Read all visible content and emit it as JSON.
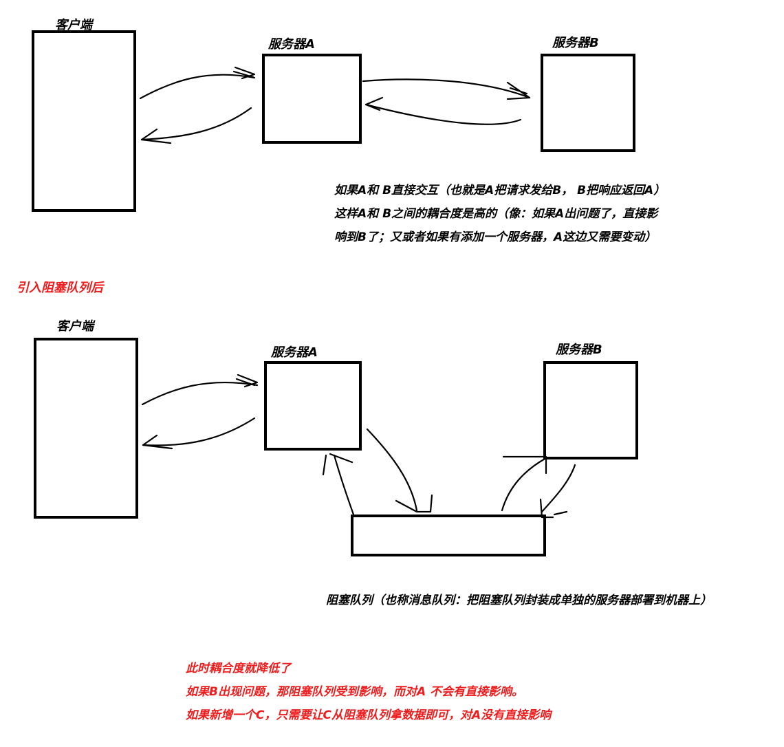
{
  "top": {
    "client_label": "客户端",
    "server_a_label": "服务器A",
    "server_b_label": "服务器B",
    "note_lines": [
      "如果A和 B直接交互（也就是A把请求发给B， B把响应返回A）",
      "这样A和 B之间的耦合度是高的（像：如果A出问题了，直接影",
      "响到B了；又或者如果有添加一个服务器，A这边又需要变动）"
    ]
  },
  "section_title": "引入阻塞队列后",
  "bottom": {
    "client_label": "客户端",
    "server_a_label": "服务器A",
    "server_b_label": "服务器B",
    "queue_caption": "阻塞队列（也称消息队列：把阻塞队列封装成单独的服务器部署到机器上）"
  },
  "conclusion_lines": [
    "此时耦合度就降低了",
    "如果B出现问题，那阻塞队列受到影响，而对A 不会有直接影响。",
    "如果新增一个C，只需要让C从阻塞队列拿数据即可，对A没有直接影响"
  ],
  "colors": {
    "ink": "#000000",
    "accent_red": "#ee1c1c"
  }
}
